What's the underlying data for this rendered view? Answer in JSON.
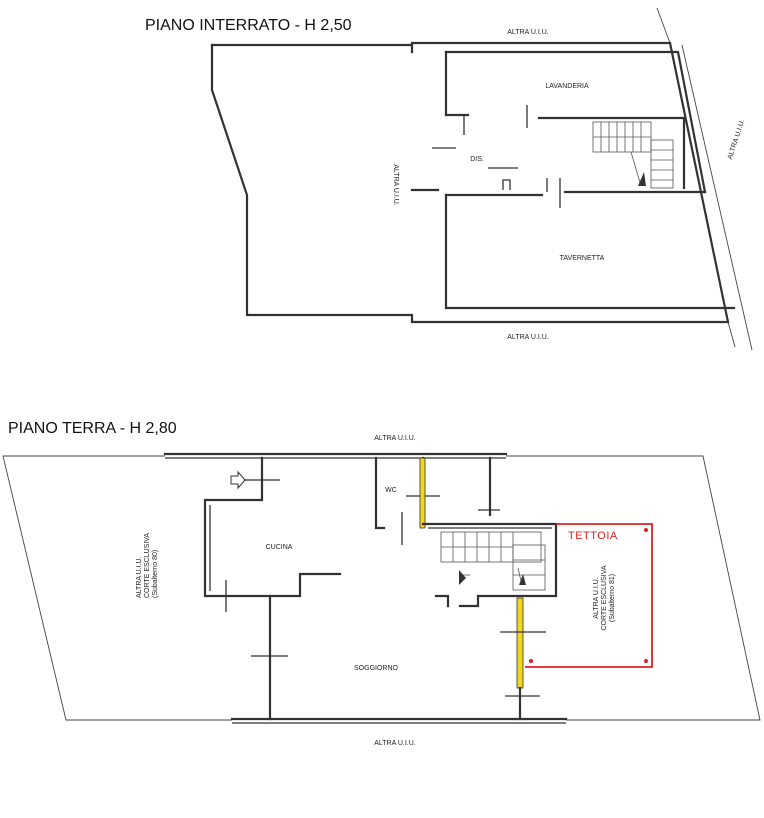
{
  "basement": {
    "title": "PIANO INTERRATO - H 2,50",
    "altra_top": "ALTRA U.I.U.",
    "altra_bottom": "ALTRA U.I.U.",
    "altra_left": "ALTRA U.I.U.",
    "altra_right": "ALTRA U.I.U.",
    "room_lavanderia": "LAVANDERIA",
    "room_dis": "DIS.",
    "room_tavernetta": "TAVERNETTA"
  },
  "ground": {
    "title": "PIANO TERRA - H 2,80",
    "altra_top": "ALTRA U.I.U.",
    "altra_bottom": "ALTRA U.I.U.",
    "left_side": {
      "line1": "ALTRA U.I.U.",
      "line2": "CORTE ESCLUSIVA",
      "line3": "(Subalterno 80)"
    },
    "right_side": {
      "line1": "ALTRA U.I.U.",
      "line2": "CORTE ESCLUSIVA",
      "line3": "(Subalterno 81)"
    },
    "room_wc": "WC",
    "room_cucina": "CUCINA",
    "room_soggiorno": "SOGGIORNO",
    "tettoia": "TETTOIA"
  },
  "colors": {
    "wall": "#333333",
    "highlight_red": "#e02020",
    "highlight_yellow": "#f2d61a"
  }
}
